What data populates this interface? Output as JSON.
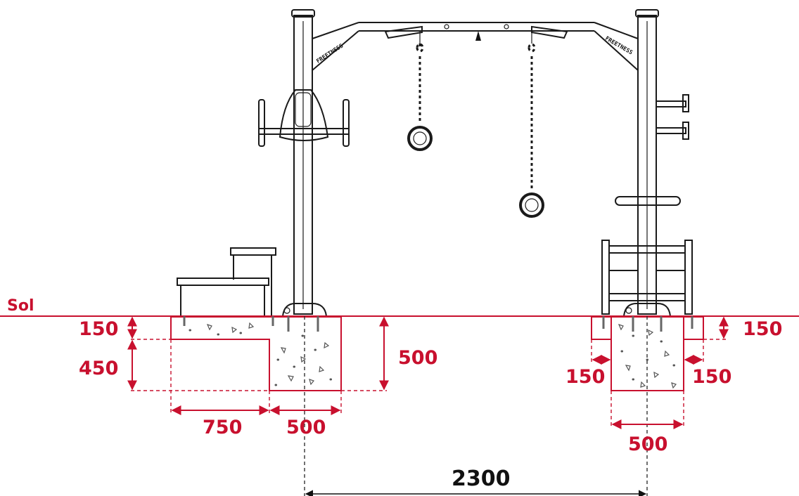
{
  "ground": {
    "label": "Sol"
  },
  "brand_text": "FREETNESS",
  "left_footing": {
    "depth_shallow": "150",
    "depth_remaining": "450",
    "depth_total": "500",
    "width_step": "750",
    "width_post": "500"
  },
  "right_footing": {
    "depth_shallow_left": "150",
    "offset_left": "150",
    "offset_right": "150",
    "depth_shallow_right": "150",
    "width": "500"
  },
  "post_spacing": "2300",
  "colors": {
    "dimension": "#c8102e",
    "line": "#1a1a1a"
  }
}
